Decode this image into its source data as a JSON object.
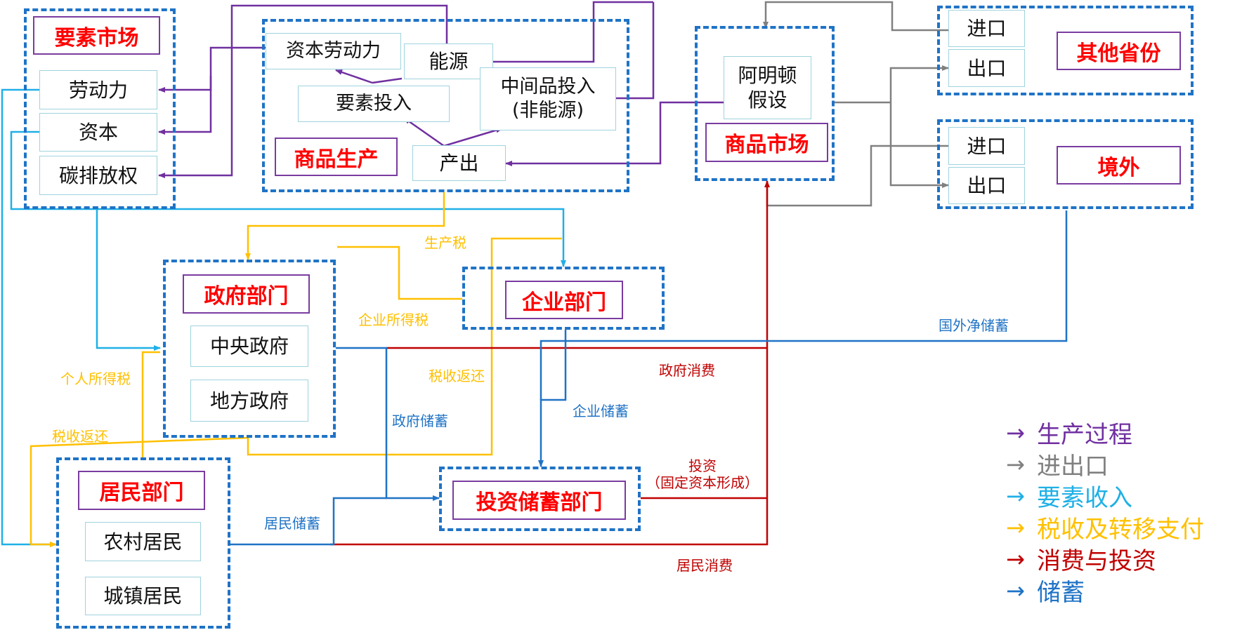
{
  "colors": {
    "production": "#7030a0",
    "trade": "#808080",
    "factor_income": "#1fb0e6",
    "tax": "#ffc000",
    "consumption": "#c00000",
    "savings": "#1f73c6",
    "title_text": "#ff0000",
    "dashed_border": "#1f73c6"
  },
  "factor_market": {
    "title": "要素市场",
    "items": [
      "劳动力",
      "资本",
      "碳排放权"
    ]
  },
  "goods_production": {
    "title": "商品生产",
    "capital_labor": "资本劳动力",
    "energy": "能源",
    "factor_input": "要素投入",
    "intermediate": "中间品投入\n(非能源)",
    "output": "产出"
  },
  "goods_market": {
    "title": "商品市场",
    "armington": "阿明顿\n假设"
  },
  "other_provinces": {
    "title": "其他省份",
    "import": "进口",
    "export": "出口"
  },
  "abroad": {
    "title": "境外",
    "import": "进口",
    "export": "出口"
  },
  "government": {
    "title": "政府部门",
    "central": "中央政府",
    "local": "地方政府"
  },
  "enterprise": {
    "title": "企业部门"
  },
  "household": {
    "title": "居民部门",
    "rural": "农村居民",
    "urban": "城镇居民"
  },
  "investment": {
    "title": "投资储蓄部门"
  },
  "flow_labels": {
    "production_tax": "生产税",
    "corporate_income_tax": "企业所得税",
    "personal_income_tax": "个人所得税",
    "tax_rebate_1": "税收返还",
    "tax_rebate_2": "税收返还",
    "gov_consumption": "政府消费",
    "gov_savings": "政府储蓄",
    "enterprise_savings": "企业储蓄",
    "foreign_net_savings": "国外净储蓄",
    "household_savings": "居民储蓄",
    "household_consumption": "居民消费",
    "investment": "投资\n（固定资本形成）"
  },
  "legend": [
    {
      "label": "生产过程",
      "color": "#7030a0"
    },
    {
      "label": "进出口",
      "color": "#808080"
    },
    {
      "label": "要素收入",
      "color": "#1fb0e6"
    },
    {
      "label": "税收及转移支付",
      "color": "#ffc000"
    },
    {
      "label": "消费与投资",
      "color": "#c00000"
    },
    {
      "label": "储蓄",
      "color": "#1f73c6"
    }
  ]
}
